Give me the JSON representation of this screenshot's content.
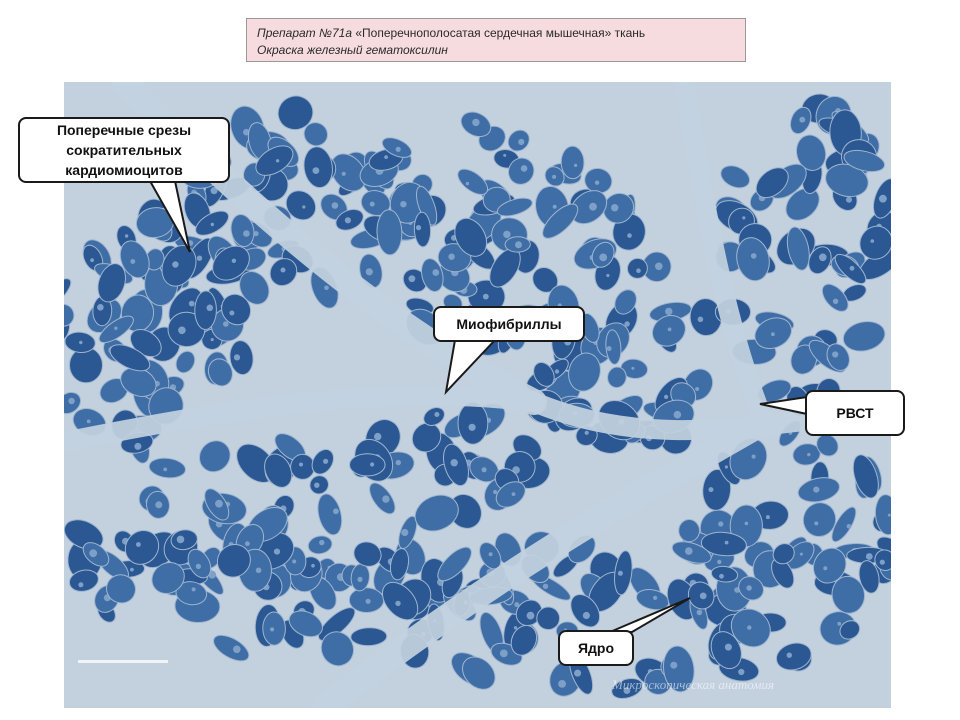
{
  "title": {
    "line1_prefix": "Препарат №71а ",
    "line1_rest": "«Поперечнополосатая сердечная мышечная» ткань",
    "line2": "Окраска железный гематоксилин"
  },
  "labels": {
    "cross_sections": "Поперечные срезы сократительных кардиомиоцитов",
    "myofibrils": "Миофибриллы",
    "rvst": "РВСТ",
    "nucleus": "Ядро"
  },
  "watermark": "Микроскопическая анатомия",
  "colors": {
    "background": "#c3d1df",
    "cell_fill": "#3f6ea6",
    "cell_dark": "#2b5892",
    "callout_border": "#1a1a1a",
    "title_bg": "#f6dcdf"
  }
}
